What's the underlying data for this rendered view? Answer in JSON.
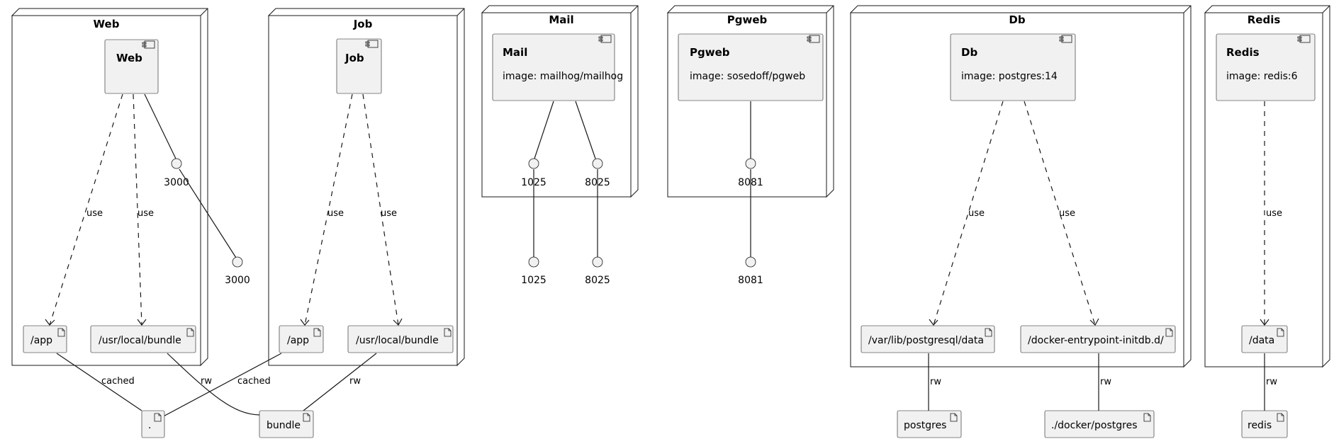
{
  "nodes": {
    "web": {
      "title": "Web",
      "component": "Web",
      "ports": [
        "3000"
      ],
      "artifacts": [
        "/app",
        "/usr/local/bundle"
      ]
    },
    "job": {
      "title": "Job",
      "component": "Job",
      "artifacts": [
        "/app",
        "/usr/local/bundle"
      ]
    },
    "mail": {
      "title": "Mail",
      "component": "Mail",
      "image": "image: mailhog/mailhog",
      "ports": [
        "1025",
        "8025"
      ]
    },
    "pgweb": {
      "title": "Pgweb",
      "component": "Pgweb",
      "image": "image: sosedoff/pgweb",
      "ports": [
        "8081"
      ]
    },
    "db": {
      "title": "Db",
      "component": "Db",
      "image": "image: postgres:14",
      "artifacts": [
        "/var/lib/postgresql/data",
        "/docker-entrypoint-initdb.d/"
      ]
    },
    "redis": {
      "title": "Redis",
      "component": "Redis",
      "image": "image: redis:6",
      "artifacts": [
        "/data"
      ]
    }
  },
  "external_ports": [
    "3000",
    "1025",
    "8025",
    "8081"
  ],
  "host_artifacts": [
    ".",
    "bundle",
    "postgres",
    "./docker/postgres",
    "redis"
  ],
  "edge_labels": {
    "use": "use",
    "cached": "cached",
    "rw": "rw"
  }
}
